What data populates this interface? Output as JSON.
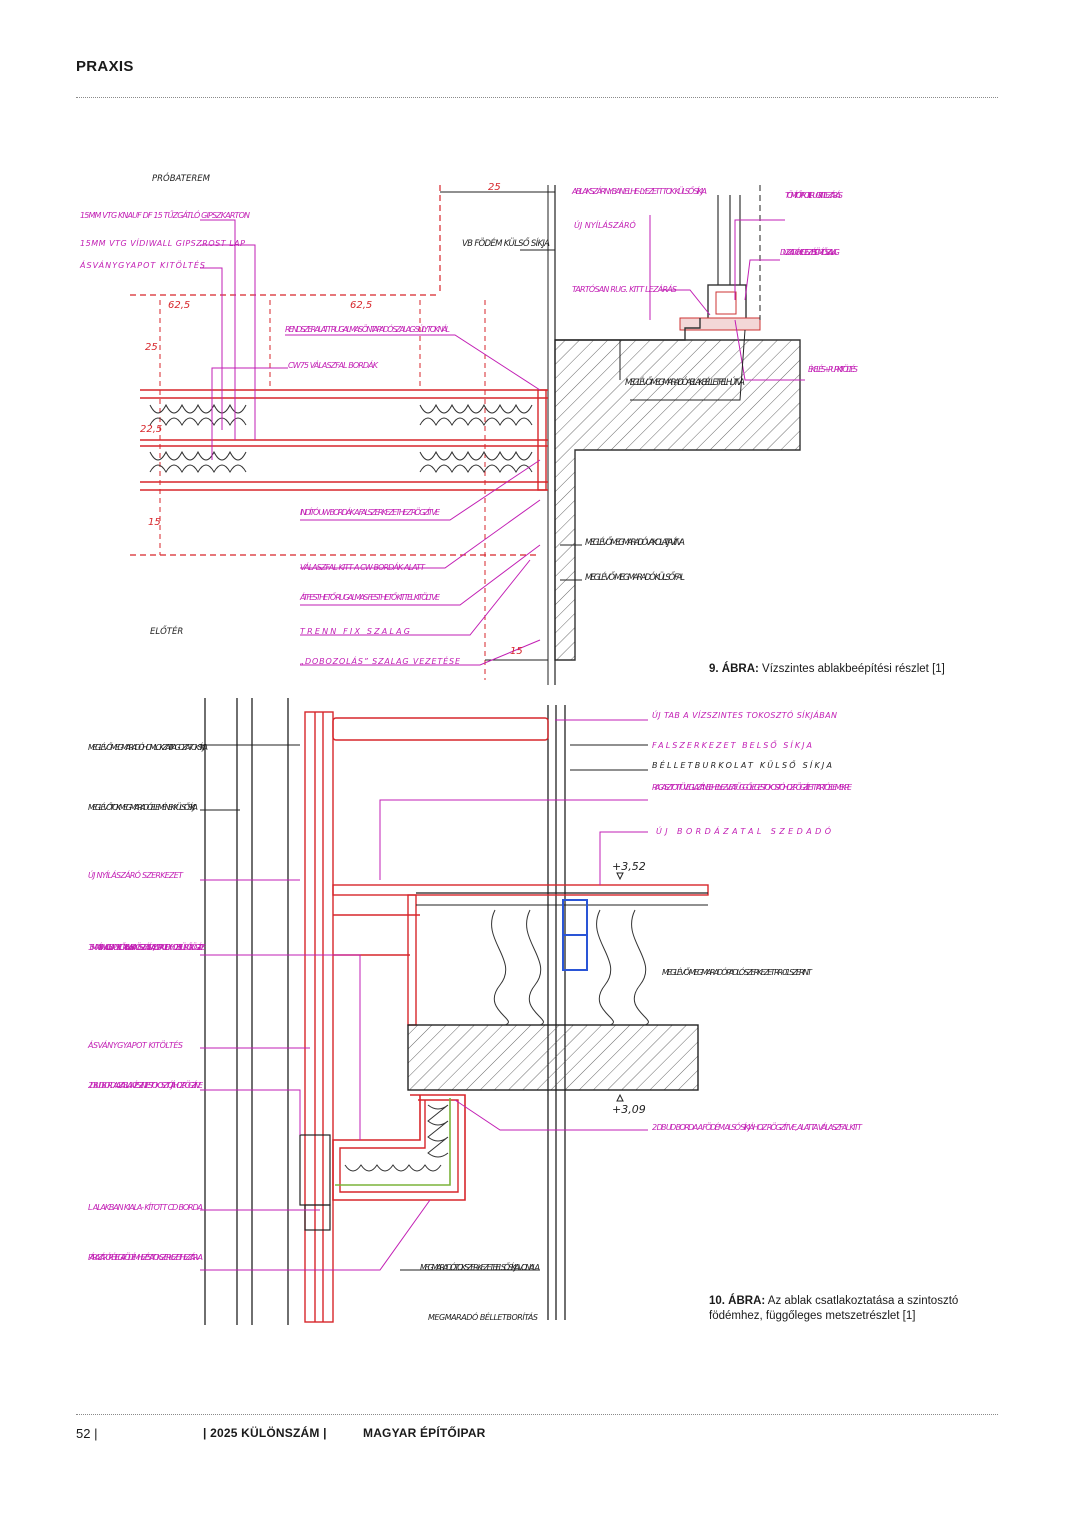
{
  "header": {
    "section": "PRAXIS"
  },
  "figure9": {
    "caption_label": "9. ÁBRA:",
    "caption_text": "Vízszintes ablakbeépítési részlet [1]",
    "dims": [
      "25",
      "62,5",
      "62,5",
      "25",
      "22,5",
      "15",
      "15"
    ],
    "labels_black": [
      "PRÓBATEREM",
      "VB FÖDÉM KÜLSŐ SÍKJA",
      "MEGLÉVŐ-MEGMARADÓ ABLAKBÉLLET FELHÚTVA",
      "MEGLÉVŐ-MEGMARADÓ VAKOLAT JAVÍTVA",
      "MEGLÉVŐ-MEGMARADÓ KÜLSŐ FAL",
      "ELŐTÉR"
    ],
    "labels_magenta": [
      "15MM VTG KNAUF DF 15 TŰZGÁTLÓ GIPSZKARTON",
      "15MM VTG VÍDIWALL GIPSZROST LAP",
      "ÁSVÁNYGYAPOT KITÖLTÉS",
      "ABLAKSZÁRNYBAN ELHE- LYEZETT TOK KÜLSŐ SÍKJA",
      "ÚJ NYÍLÁSZÁRÓ",
      "TARTÓSAN RUG. KITT LEZÁRÁS",
      "TÖMÍTŐ PROFIL RUG. KITT LEZÁRÁS",
      "DUZZADÓ HEGESZTÉSI TÖMÍTŐSZALAG",
      "RENDSZERALATT RUGALMAS ÖNTAPADÓ SZALAG SÚLYTOKNÁL",
      "CW75 VÁLASZFAL BORDÁK",
      "ÉKELÉS + PUR KITÖLTÉS",
      "INDÍTÓ UW BORDÁK A FALSZERKEZETHEZ RÖGZÍTVE",
      "VÁLASZFAL KITT A CW BORDÁK ALATT",
      "ÁTFESTHETŐ RUGALMAS FESTHETŐ KITTEL KITÖLTVE",
      "TRENN FIX SZALAG",
      "„DOBOZOLÁS” SZALAG VEZETÉSE"
    ]
  },
  "figure10": {
    "caption_label": "10. ÁBRA:",
    "caption_line1": "Az ablak csatlakoztatása a szintosztó",
    "caption_line2": "födémhez, függőleges metszetrészlet [1]",
    "levels": [
      "+3,52",
      "+3,09"
    ],
    "labels_black": [
      "MEGLÉVŐ-MEGMARADÓ HOMLOKZATI TAGOZA- TOK SÍKJA",
      "MEGLÉVŐ TOK MEG- MARADÓ ELEMÉNEK KÜLSŐ SÍKJA",
      "BÉLLETBURKOLAT KÜLSŐ SÍKJA",
      "MEGLÉVŐ-MEGMARADÓ PADLÓ SZERKEZET RR-01 SZERINT",
      "MEGMARADÓ TOKSZER- KEZET BELSŐ SÍKJA VONALA",
      "MEGMARADÓ BÉLLETBORÍTÁS"
    ],
    "labels_magenta": [
      "ÚJ TAB A VÍZSZINTES TOKOSZTÓ SÍKJÁBAN",
      "FALSZERKEZET BELSŐ SÍKJA",
      "RAGASZTOTT ÜVEG LAZÁN BE- HELYEZVE A FÜGGŐLEGES TOKOS- TÓHOZ RÖGZÍTETT TARTÓELEMEKRE",
      "ÚJ BORDÁZATAL SZEDADÓ",
      "ÚJ NYÍLÁSZÁRÓ SZERKEZET",
      "15MM VÍDIWALL 15 LAPOK ELŐRE L ALAK- BAN ÖSSZEÁLLÍTVA, AZ UD PROFILOKHOZ BELÜLRŐL RÖGZÍTVE",
      "ÁSVÁNYGYAPOT KITÖLTÉS",
      "2 DB UD BORDA AZ ABLAK VÍZSZINTES TOKOSZTÓJÁHOZ RÖGZÍTVE",
      "2 DB UD BORDA A FÖDÉM ALSÓ SÍKJÁHOZ RÖGZÍTVE, ALATTA VÁLASZFAL KITT",
      "L ALAKBAN KIALA- KÍTOTT CD BORDA",
      "PÁRAZÁRÓ RÉTEG A FÖDÉMHEZ ÉS A TOKSZERKEZETHEZ ZÁRVA"
    ]
  },
  "footer": {
    "page": "52 |",
    "issue": "| 2025 KÜLÖNSZÁM |",
    "magazine": "MAGYAR ÉPÍTŐIPAR"
  },
  "colors": {
    "red": "#d7262b",
    "magenta": "#c21fb4",
    "blue": "#2a55d6",
    "ink": "#222222"
  }
}
